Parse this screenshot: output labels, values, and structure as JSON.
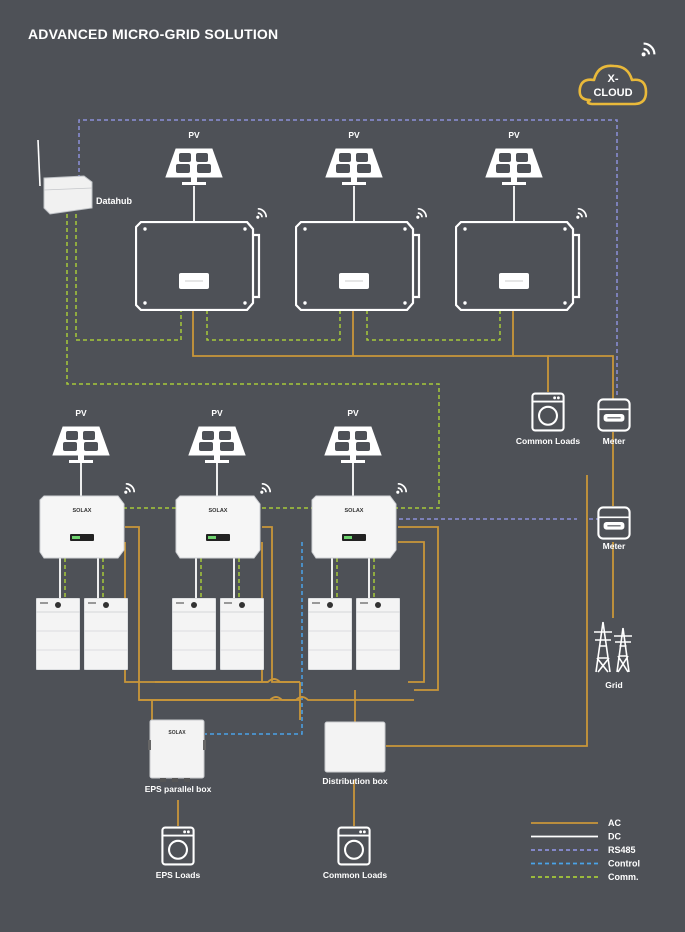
{
  "title": "ADVANCED MICRO-GRID SOLUTION",
  "cloud_label_1": "X-",
  "cloud_label_2": "CLOUD",
  "datahub_label": "Datahub",
  "pv_label": "PV",
  "inverter_brand": "SOLAX",
  "common_loads_top": "Common Loads",
  "meter_top": "Meter",
  "meter_mid": "Meter",
  "grid_label": "Grid",
  "eps_box_label": "EPS parallel box",
  "distribution_label": "Distribution box",
  "eps_loads_label": "EPS Loads",
  "common_loads_bottom": "Common Loads",
  "legend": [
    {
      "label": "AC",
      "color": "#c9963a",
      "style": "solid"
    },
    {
      "label": "DC",
      "color": "#ffffff",
      "style": "solid"
    },
    {
      "label": "RS485",
      "color": "#8b8fd9",
      "style": "dashed"
    },
    {
      "label": "Control",
      "color": "#4aa3e8",
      "style": "dashed"
    },
    {
      "label": "Comm.",
      "color": "#a6c93a",
      "style": "dashed"
    }
  ],
  "colors": {
    "background": "#4e5157",
    "ac": "#c9963a",
    "dc": "#ffffff",
    "rs485": "#8b8fd9",
    "control": "#4aa3e8",
    "comm": "#a6c93a",
    "cloud": "#e9b93a"
  }
}
